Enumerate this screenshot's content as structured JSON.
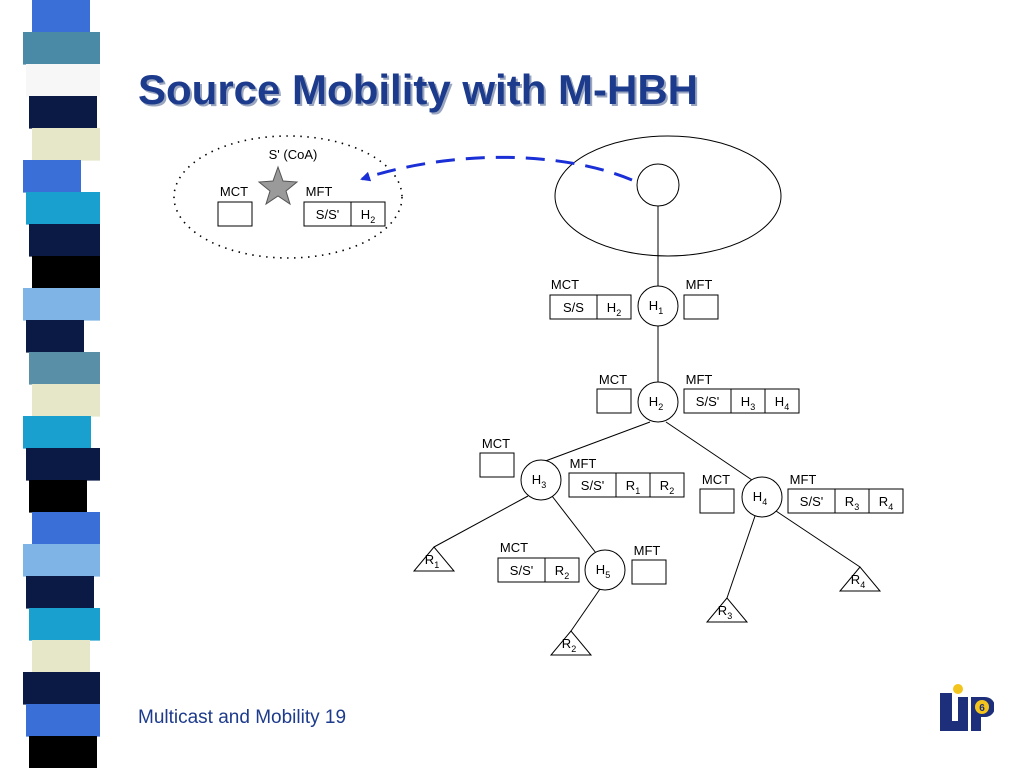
{
  "slide": {
    "title": "Source Mobility with M-HBH",
    "footer": "Multicast and Mobility 19",
    "logo_text": "LIP6"
  },
  "colors": {
    "title": "#1d3b8c",
    "arrow": "#1a2fd6",
    "star": "#9a9a9a",
    "stripe": [
      "#3a6fd8",
      "#4b8aa6",
      "#f7f7f7",
      "#0b1a45",
      "#e5e7c8",
      "#3a6fd8",
      "#1aa0cf",
      "#0b1a45",
      "#000000",
      "#7fb4e6",
      "#0b1a45",
      "#5a8fa8",
      "#e5e7c8",
      "#1aa0cf",
      "#0b1a45",
      "#000000",
      "#3a6fd8",
      "#7fb4e6",
      "#0b1a45",
      "#1aa0cf",
      "#e5e7c8",
      "#0b1a45",
      "#3a6fd8",
      "#000000"
    ]
  },
  "diagram": {
    "coa": {
      "label": "S' (CoA)",
      "mct": "MCT",
      "mft": "MFT",
      "mft_cells": [
        {
          "t": "S/S'"
        },
        {
          "t": "H",
          "s": "2"
        }
      ]
    },
    "nodes": {
      "h1": {
        "t": "H",
        "s": "1"
      },
      "h2": {
        "t": "H",
        "s": "2"
      },
      "h3": {
        "t": "H",
        "s": "3"
      },
      "h4": {
        "t": "H",
        "s": "4"
      },
      "h5": {
        "t": "H",
        "s": "5"
      }
    },
    "leaves": {
      "r1": {
        "t": "R",
        "s": "1"
      },
      "r2": {
        "t": "R",
        "s": "2"
      },
      "r3": {
        "t": "R",
        "s": "3"
      },
      "r4": {
        "t": "R",
        "s": "4"
      }
    },
    "tables": {
      "h1": {
        "mct": "MCT",
        "mft": "MFT",
        "mct_cells": [
          {
            "t": "S/S"
          },
          {
            "t": "H",
            "s": "2"
          }
        ],
        "mft_cells": []
      },
      "h2": {
        "mct": "MCT",
        "mft": "MFT",
        "mct_cells": [],
        "mft_cells": [
          {
            "t": "S/S'"
          },
          {
            "t": "H",
            "s": "3"
          },
          {
            "t": "H",
            "s": "4"
          }
        ]
      },
      "h3": {
        "mct": "MCT",
        "mft": "MFT",
        "mct_cells": [],
        "mft_cells": [
          {
            "t": "S/S'"
          },
          {
            "t": "R",
            "s": "1"
          },
          {
            "t": "R",
            "s": "2"
          }
        ]
      },
      "h4": {
        "mct": "MCT",
        "mft": "MFT",
        "mct_cells": [],
        "mft_cells": [
          {
            "t": "S/S'"
          },
          {
            "t": "R",
            "s": "3"
          },
          {
            "t": "R",
            "s": "4"
          }
        ]
      },
      "h5": {
        "mct": "MCT",
        "mft": "MFT",
        "mct_cells": [
          {
            "t": "S/S'"
          },
          {
            "t": "R",
            "s": "2"
          }
        ],
        "mft_cells": []
      }
    }
  }
}
